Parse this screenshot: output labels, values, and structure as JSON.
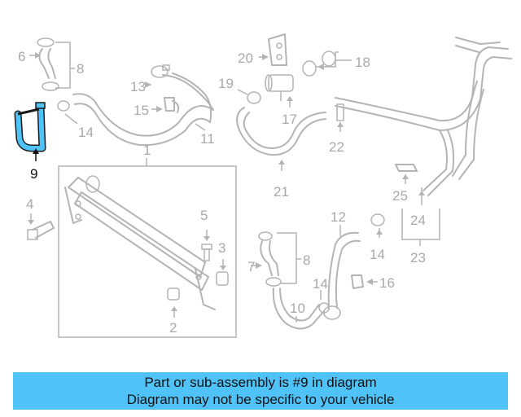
{
  "diagram": {
    "highlight_color": "#4fc3f7",
    "line_color": "#b4b4b4",
    "callouts": [
      "1",
      "2",
      "3",
      "4",
      "5",
      "6",
      "7",
      "8",
      "8",
      "9",
      "10",
      "11",
      "12",
      "13",
      "14",
      "14",
      "14",
      "15",
      "16",
      "17",
      "18",
      "19",
      "20",
      "21",
      "22",
      "23",
      "24",
      "25"
    ]
  },
  "banner": {
    "line1": "Part or sub-assembly is #9 in diagram",
    "line2": "Diagram may not be specific to your vehicle",
    "background": "#4fc3f7"
  }
}
